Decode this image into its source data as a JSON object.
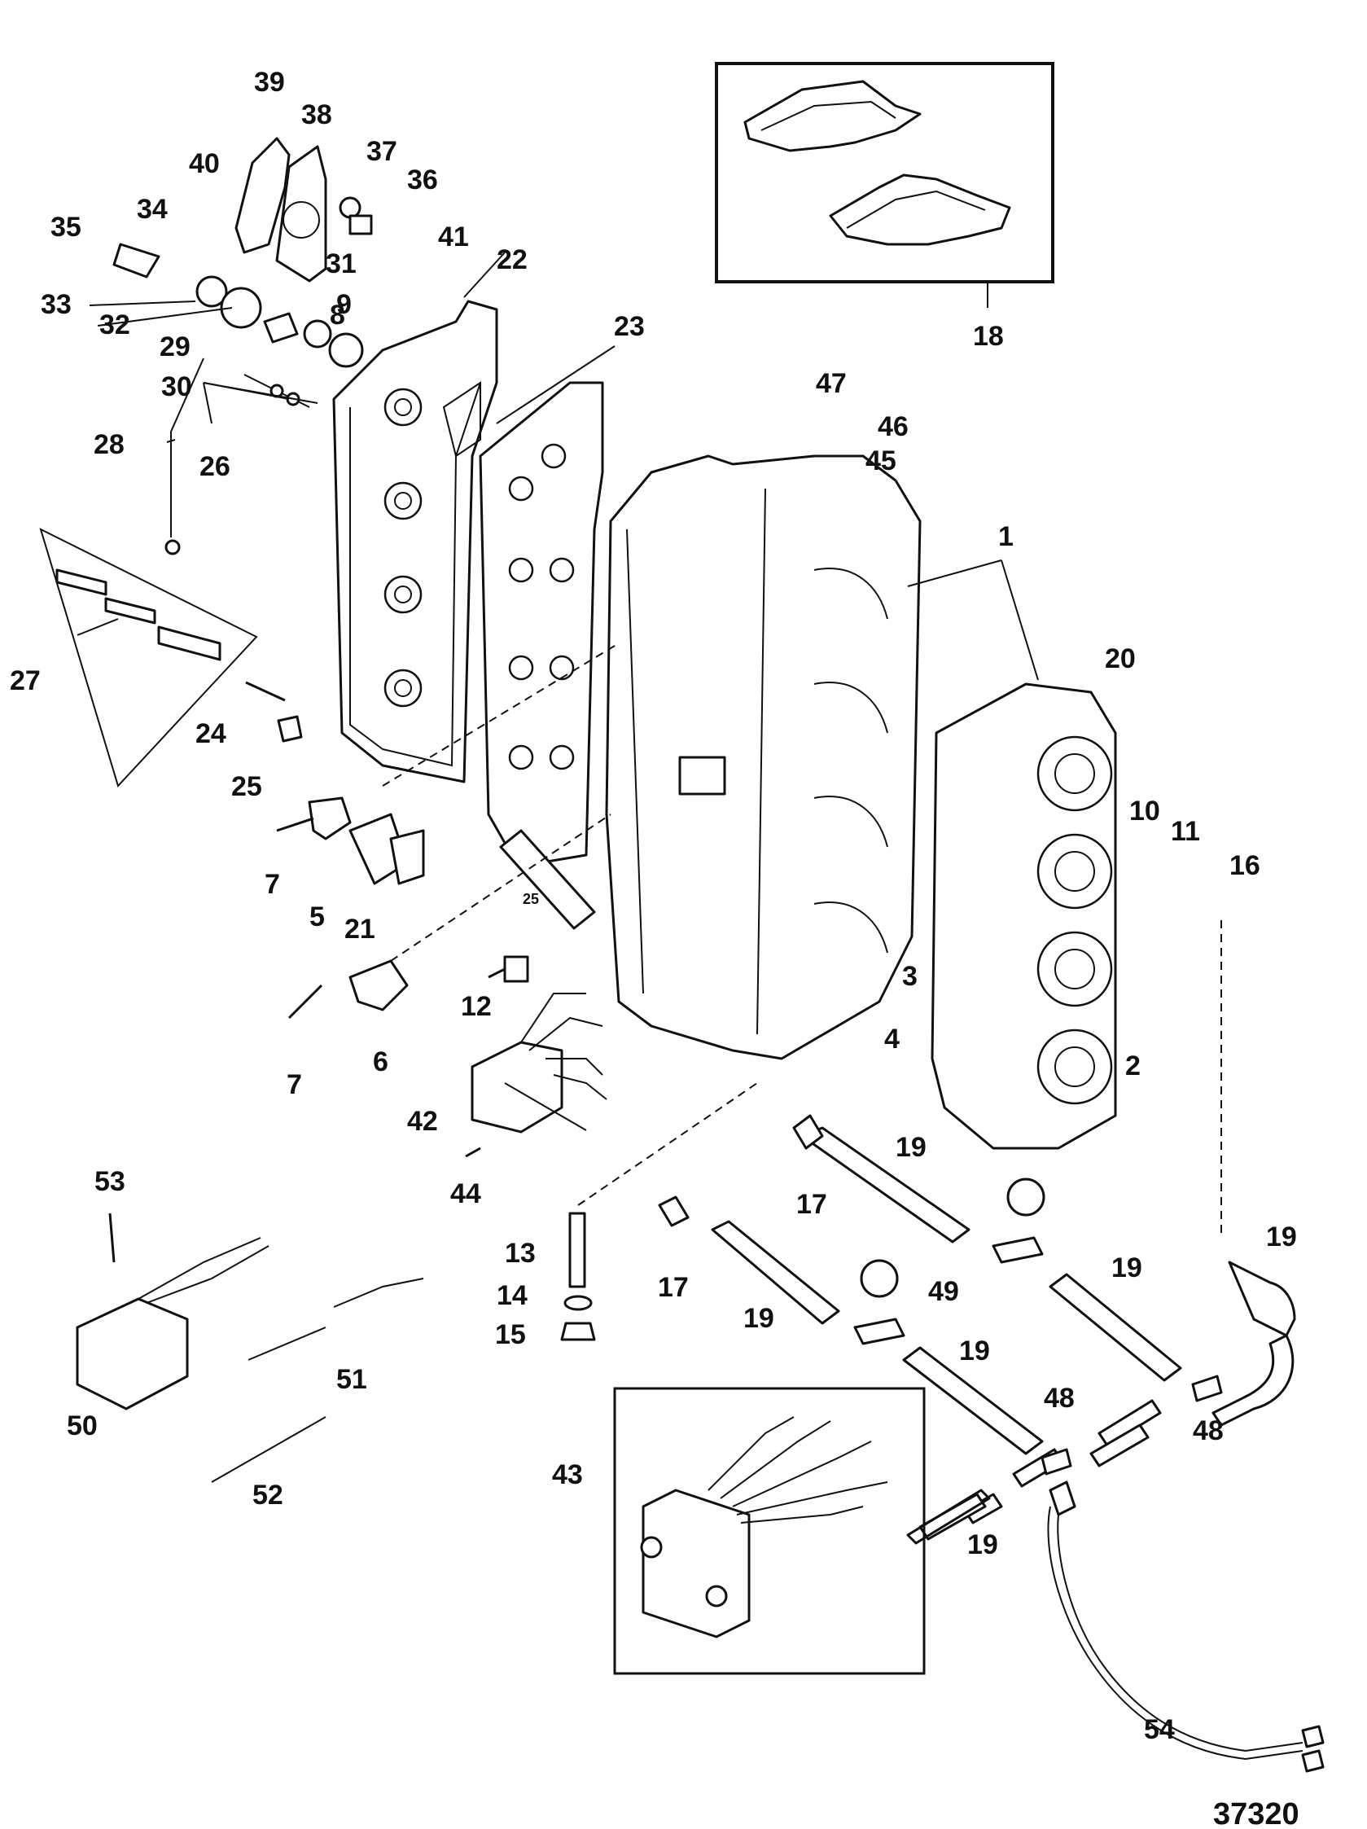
{
  "diagram": {
    "reference_number": "37320",
    "part_labels": [
      "1",
      "2",
      "3",
      "4",
      "5",
      "6",
      "7",
      "8",
      "9",
      "10",
      "11",
      "12",
      "13",
      "14",
      "15",
      "16",
      "17",
      "18",
      "19",
      "20",
      "21",
      "22",
      "23",
      "24",
      "25",
      "26",
      "27",
      "28",
      "29",
      "30",
      "31",
      "32",
      "33",
      "34",
      "35",
      "36",
      "37",
      "38",
      "39",
      "40",
      "41",
      "42",
      "43",
      "44",
      "45",
      "46",
      "47",
      "48",
      "49",
      "50",
      "51",
      "52",
      "53",
      "54"
    ],
    "tube_label": "25"
  }
}
